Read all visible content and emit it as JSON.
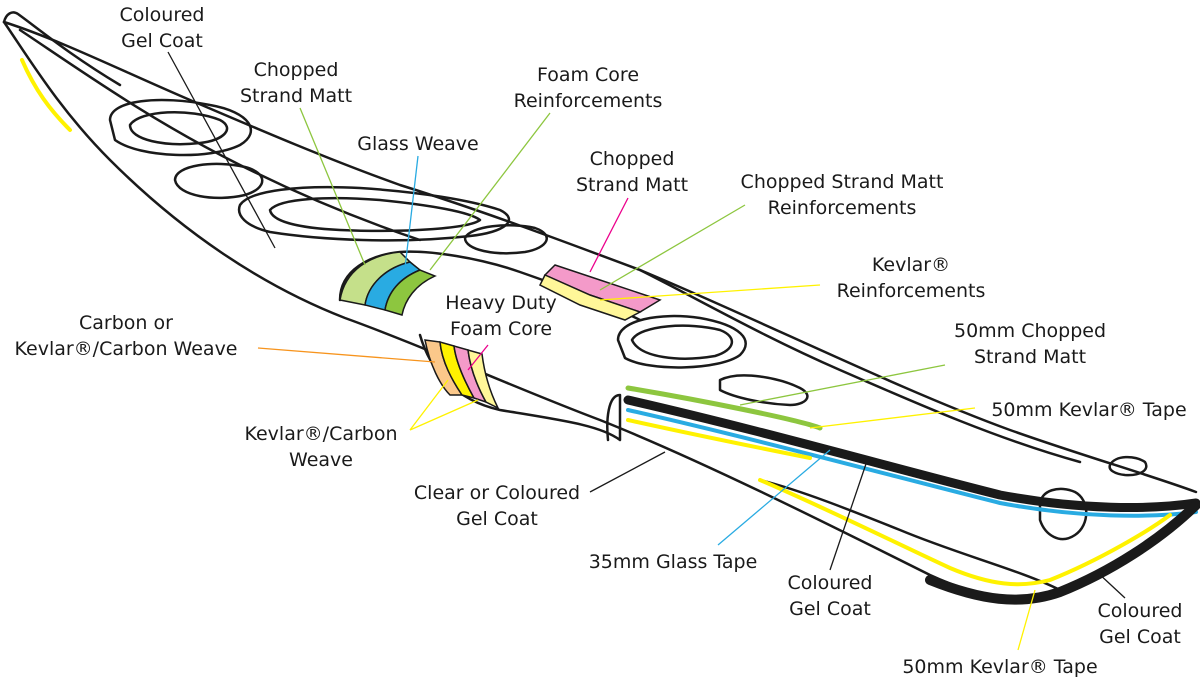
{
  "labels": {
    "gel_coat_top": [
      "Coloured",
      "Gel Coat"
    ],
    "chopped_strand_top": [
      "Chopped",
      "Strand Matt"
    ],
    "glass_weave": [
      "Glass Weave"
    ],
    "foam_core_reinf": [
      "Foam Core",
      "Reinforcements"
    ],
    "chopped_strand_mid": [
      "Chopped",
      "Strand Matt"
    ],
    "csm_reinforcements": [
      "Chopped Strand Matt",
      "Reinforcements"
    ],
    "kevlar_reinf": [
      "Kevlar®",
      "Reinforcements"
    ],
    "csm_50mm": [
      "50mm Chopped",
      "Strand Matt"
    ],
    "kevlar_tape_50mm_a": [
      "50mm Kevlar® Tape"
    ],
    "carbon_kevlar_weave": [
      "Carbon or",
      "Kevlar®/Carbon Weave"
    ],
    "heavy_duty_foam": [
      "Heavy Duty",
      "Foam Core"
    ],
    "kevlar_carbon_weave": [
      "Kevlar®/Carbon",
      "Weave"
    ],
    "clear_gel_coat": [
      "Clear or Coloured",
      "Gel Coat"
    ],
    "glass_tape_35mm": [
      "35mm Glass Tape"
    ],
    "gel_coat_keel": [
      "Coloured",
      "Gel Coat"
    ],
    "gel_coat_stern": [
      "Coloured",
      "Gel Coat"
    ],
    "kevlar_tape_50mm_b": [
      "50mm Kevlar® Tape"
    ]
  },
  "colors": {
    "outline": "#1a1a1a",
    "chopped_strand": "#8dc63f",
    "chopped_strand_light": "#c5e08a",
    "glass": "#29abe2",
    "glass_light": "#8fd5f2",
    "kevlar": "#fff200",
    "pink": "#ec008c",
    "pink_light": "#f49ac9",
    "orange": "#f7941d",
    "orange_light": "#fbc88a",
    "yellow_light": "#fff799"
  }
}
